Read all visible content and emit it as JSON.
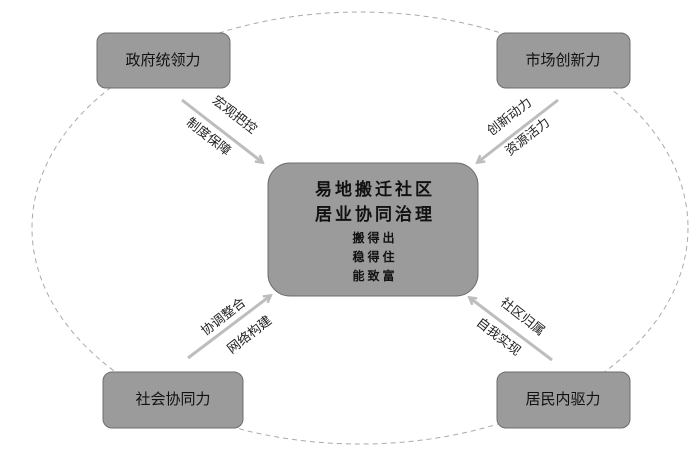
{
  "center": {
    "title_line1": "易地搬迁社区",
    "title_line2": "居业协同治理",
    "goals": [
      "搬得出",
      "稳得住",
      "能致富"
    ]
  },
  "forces": {
    "government": {
      "label": "政府统领力",
      "arrow_labels": [
        "宏观把控",
        "制度保障"
      ]
    },
    "market": {
      "label": "市场创新力",
      "arrow_labels": [
        "创新动力",
        "资源活力"
      ]
    },
    "society": {
      "label": "社会协同力",
      "arrow_labels": [
        "协调整合",
        "网络构建"
      ]
    },
    "residents": {
      "label": "居民内驱力",
      "arrow_labels": [
        "社区归属",
        "自我实现"
      ]
    }
  },
  "colors": {
    "box": "#9b9b9b",
    "arrow": "#bdbdbd",
    "ellipse": "#aaaaaa"
  }
}
